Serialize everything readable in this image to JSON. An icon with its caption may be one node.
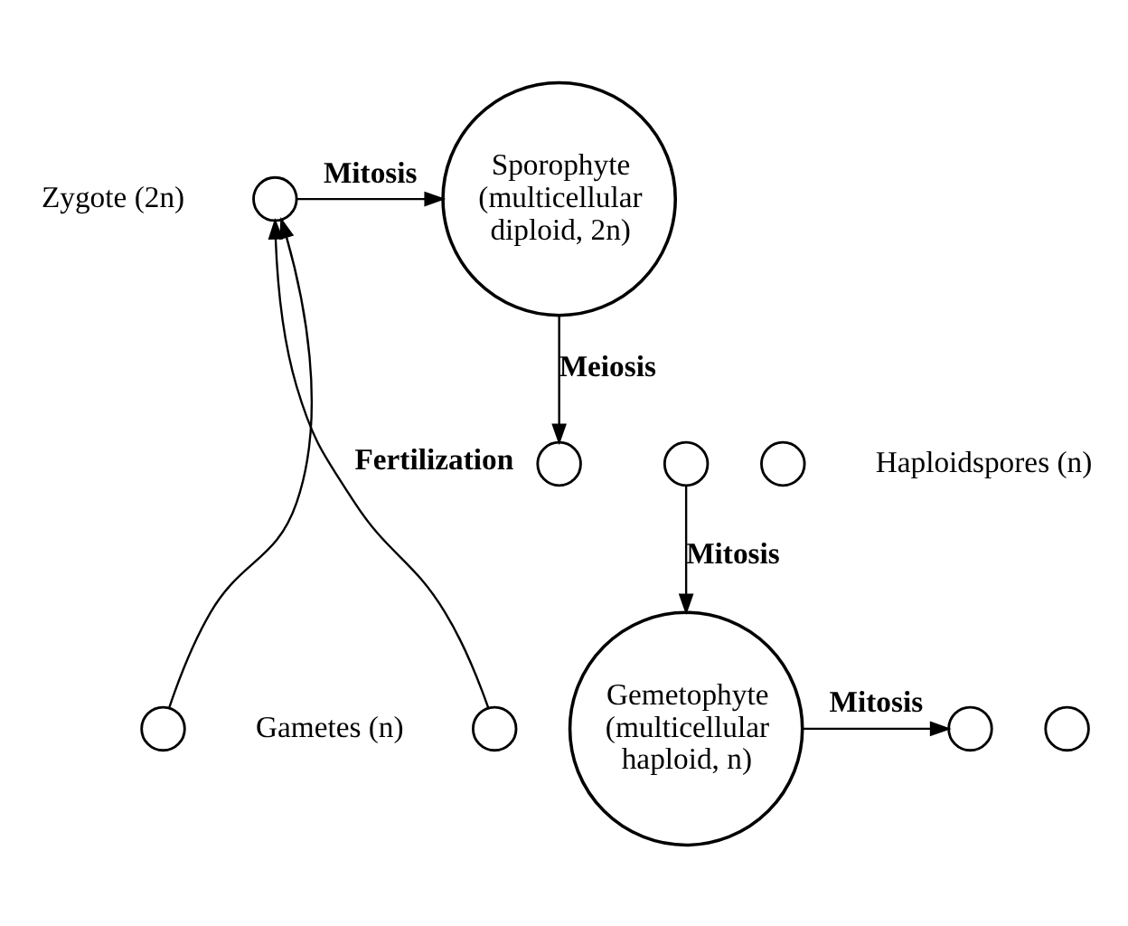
{
  "diagram": {
    "nodes": [
      {
        "text": [],
        "shape": "circle",
        "beside": [
          "Zygote (2n)"
        ]
      },
      {
        "text": [
          "Sporophyte (multicellular diploid, 2n)"
        ]
      },
      {
        "text": [],
        "shape": "circle"
      },
      {
        "text": [],
        "shape": "circle"
      },
      {
        "text": [],
        "shape": "circle",
        "beside": [
          "Haploidspores (n)"
        ]
      },
      {
        "text": [
          "Gemetophyte (multicellular haploid, n)"
        ]
      },
      {
        "text": [],
        "shape": "circle",
        "beside": [
          "Gametes (n)"
        ]
      },
      {
        "text": [],
        "shape": "circle"
      },
      {
        "text": [],
        "shape": "circle"
      },
      {
        "text": [],
        "shape": "circle"
      }
    ],
    "edges": [
      {
        "from": 0,
        "to": 1,
        "arrow": "to",
        "label": "Mitosis"
      },
      {
        "from": 1,
        "to": 2,
        "arrow": "to",
        "label": "Meiosis"
      },
      {
        "from": 3,
        "to": 5,
        "arrow": "to",
        "label": "Mitosis"
      },
      {
        "from": 5,
        "to": 7,
        "arrow": "to",
        "label": "Mitosis"
      },
      {
        "from": 6,
        "to": 0,
        "arrow": "to",
        "label": "Fertilization"
      },
      {
        "from": 9,
        "to": 0,
        "arrow": "to"
      }
    ]
  }
}
